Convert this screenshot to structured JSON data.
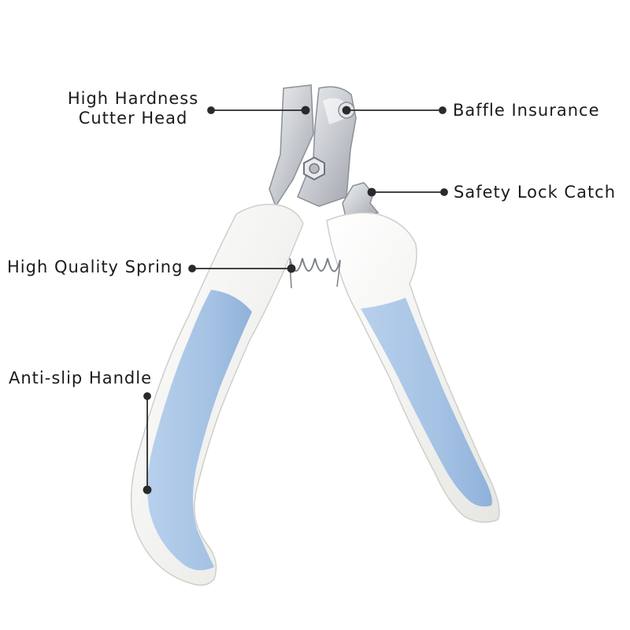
{
  "labels": {
    "cutter_head": [
      "High Hardness",
      "Cutter Head"
    ],
    "baffle": "Baffle Insurance",
    "safety_lock": "Safety Lock Catch",
    "spring": "High Quality Spring",
    "handle": "Anti-slip Handle"
  },
  "colors": {
    "text": "#1b1b1b",
    "leader": "#2a2a2a",
    "handle_blue": "#a8c5e6",
    "handle_white": "#f4f4f2",
    "steel": "#d4d7db",
    "background": "#ffffff"
  },
  "icons": {
    "pivot": "hex-bolt-icon",
    "spring": "coil-spring-icon"
  }
}
